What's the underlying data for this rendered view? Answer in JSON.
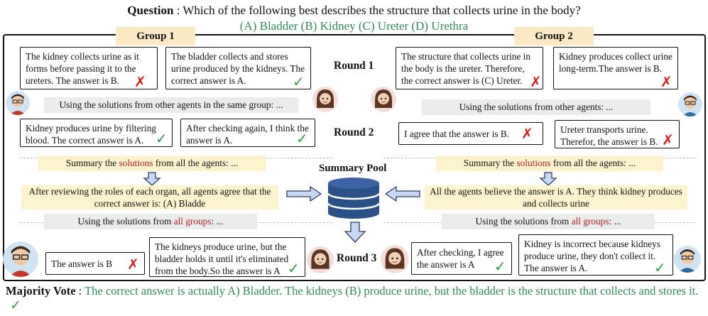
{
  "question": {
    "label": "Question",
    "sep": " : ",
    "text": "Which of the following best describes the structure that collects urine in the body?",
    "options": "(A) Bladder (B) Kidney (C) Ureter (D) Urethra"
  },
  "groups": {
    "g1": "Group 1",
    "g2": "Group 2"
  },
  "rounds": {
    "r1": "Round 1",
    "r2": "Round 2",
    "r3": "Round 3"
  },
  "round1": {
    "g1a": "The kidney collects urine as it forms before passing it to the ureters.  The answer is B.",
    "g1b": "The bladder collects and stores urine produced by the kidneys. The correct answer is A.",
    "g2a": "The structure that collects urine in the body is the ureter. Therefore, the correct answer is (C) Ureter.",
    "g2b": "Kidney produces collect urine long-term.The answer is B."
  },
  "banners": {
    "same_group": "Using the solutions from other agents in the same group: ...",
    "other_agents": "Using the solutions from other agents: ...",
    "all_groups_prefix": "Using the solutions from ",
    "all_groups_red": "all groups",
    "all_groups_suffix": ": ..."
  },
  "round2": {
    "g1a": "Kidney produces urine by filtering blood. The correct answer is A.",
    "g1b": "After checking again, I think the answer is A.",
    "g2a": "I agree that the answer is B.",
    "g2b": "Ureter transports urine. Therefor, the answer is B."
  },
  "summary": {
    "pool": "Summary Pool",
    "prefix": "Summary the ",
    "red": "solutions",
    "suffix": " from all the agents: ...",
    "g1_result": "After reviewing the roles of each organ, all agents agree that the correct answer is: (A) Bladde",
    "g2_result": "All the agents believe the answer is A. They think kidney produces and collects urine"
  },
  "round3": {
    "g1a": "The answer is B",
    "g1b": "The kidneys produce urine, but the bladder holds it until it's eliminated from the body.So the answer is A",
    "g2a": "After checking, I agree the answer is A",
    "g2b": "Kidney is incorrect because kidneys produce urine, they don't collect it. The answer is A."
  },
  "majority": {
    "label": "Majority Vote",
    "sep": " : ",
    "text": "The correct answer is actually A) Bladder. The kidneys (B) produce urine, but the bladder is the structure that collects and stores it."
  },
  "icons": {
    "wrong": "cross-mark-icon",
    "correct": "check-mark-icon",
    "db": "database-icon",
    "arrow": "block-arrow-icon"
  },
  "colors": {
    "group_label_bg": "#fbeac4",
    "yellow_banner_bg": "#fdf3cc",
    "gray_banner_bg": "#ececec",
    "wrong": "#dd1a1a",
    "correct": "#2f9e44",
    "options_text": "#2e8b57",
    "database": "#2b4f87",
    "arrow_fill": "#c9d8f2"
  }
}
